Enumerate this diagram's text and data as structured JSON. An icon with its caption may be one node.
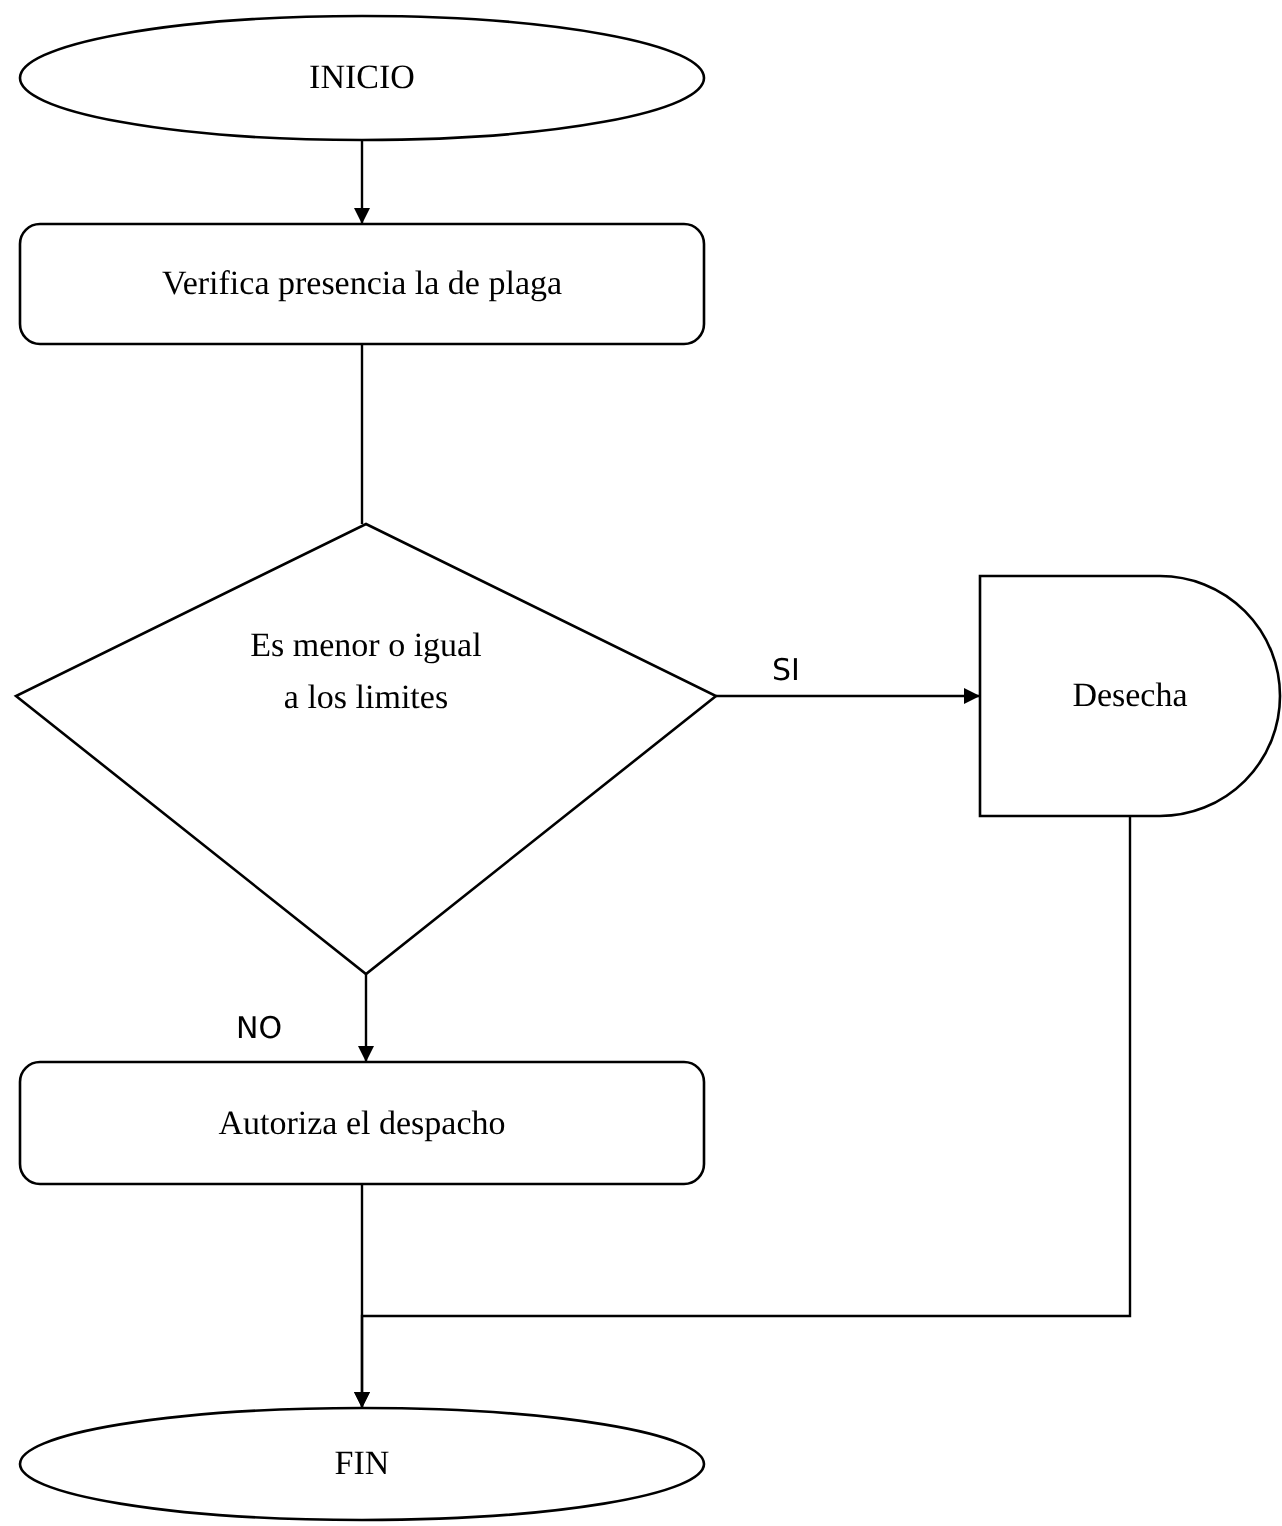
{
  "diagram": {
    "nodes": [
      {
        "text": [
          "INICIO"
        ]
      },
      {
        "text": [
          "Verifica presencia la de plaga"
        ]
      },
      {
        "text": [
          "Es menor o igual a los limites"
        ]
      },
      {
        "text": [
          "Desecha"
        ]
      },
      {
        "text": [
          "Autoriza el despacho"
        ]
      },
      {
        "text": [
          "FIN"
        ]
      }
    ],
    "edges": [
      {
        "from": 0,
        "to": 1,
        "arrow": "to"
      },
      {
        "from": 1,
        "to": 2,
        "arrow": "none"
      },
      {
        "from": 2,
        "to": 3,
        "arrow": "to",
        "label": "SI"
      },
      {
        "from": 2,
        "to": 4,
        "arrow": "to",
        "label": "NO"
      },
      {
        "from": 4,
        "to": 5,
        "arrow": "to"
      },
      {
        "from": 3,
        "to": 5,
        "arrow": "to"
      }
    ]
  }
}
